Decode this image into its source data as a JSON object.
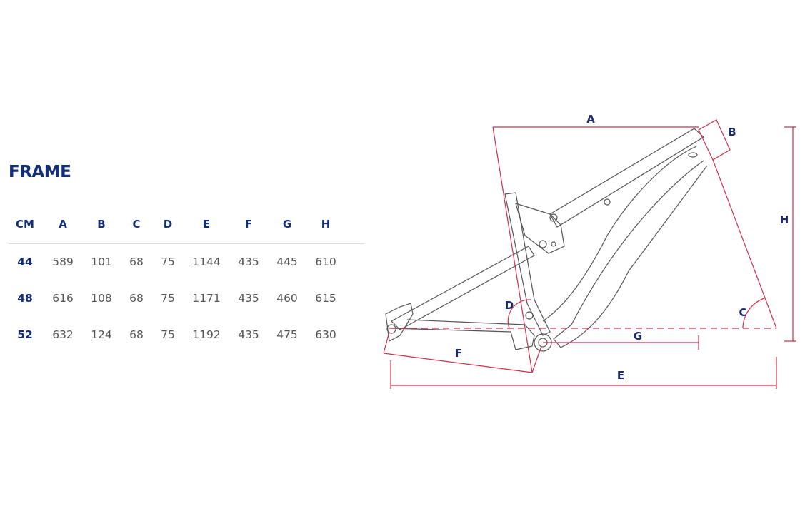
{
  "title": "FRAME",
  "table": {
    "headers": [
      "CM",
      "A",
      "B",
      "C",
      "D",
      "E",
      "F",
      "G",
      "H"
    ],
    "rows": [
      [
        "44",
        "589",
        "101",
        "68",
        "75",
        "1144",
        "435",
        "445",
        "610"
      ],
      [
        "48",
        "616",
        "108",
        "68",
        "75",
        "1171",
        "435",
        "460",
        "615"
      ],
      [
        "52",
        "632",
        "124",
        "68",
        "75",
        "1192",
        "435",
        "475",
        "630"
      ]
    ]
  },
  "diagram": {
    "labels": {
      "A": "A",
      "B": "B",
      "C": "C",
      "D": "D",
      "E": "E",
      "F": "F",
      "G": "G",
      "H": "H"
    },
    "colors": {
      "dimension": "#d0304a",
      "frame": "#555555",
      "label": "#1c2a6e"
    }
  }
}
